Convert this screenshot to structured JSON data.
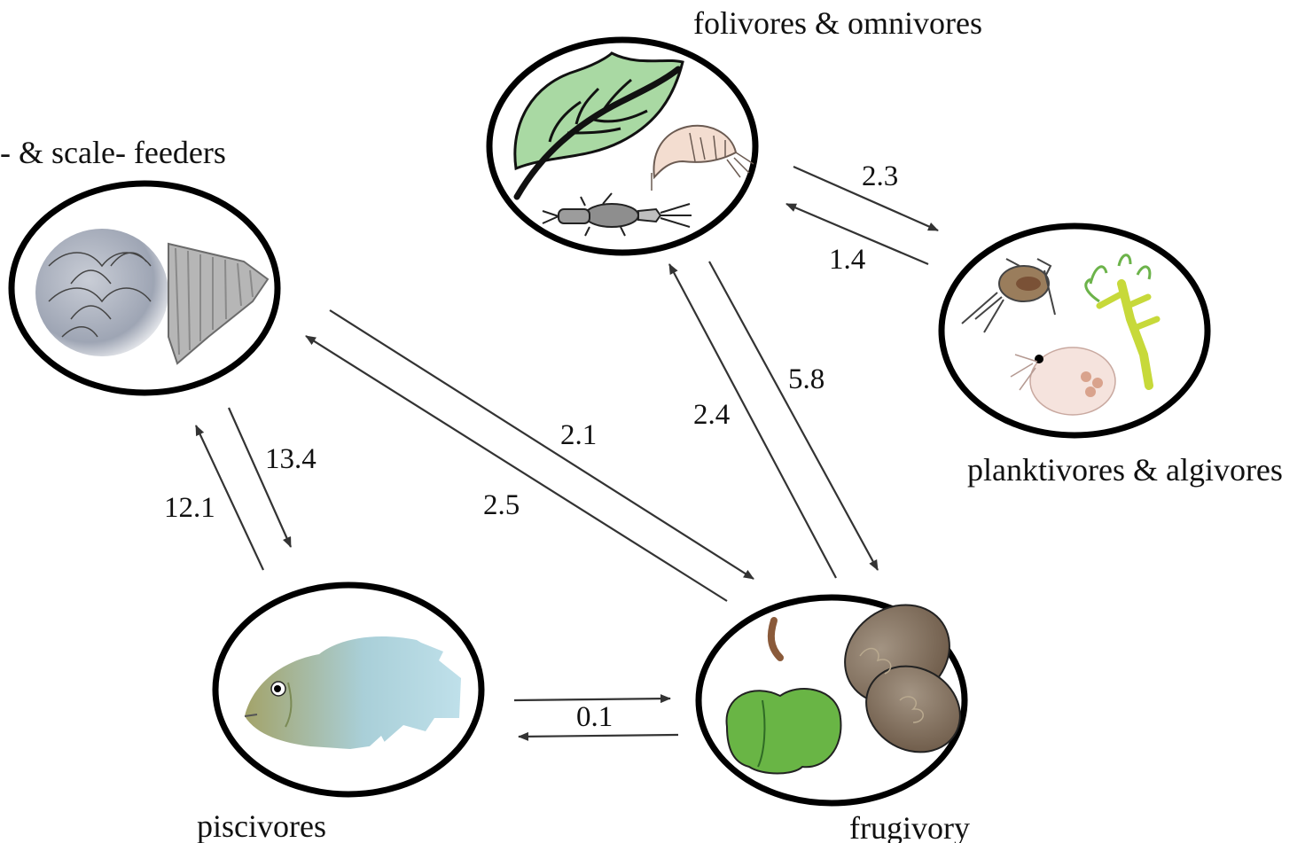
{
  "nodes": {
    "folivores": {
      "label": "folivores & omnivores",
      "icons": [
        "leaf-icon",
        "shrimp-icon",
        "insect-larva-icon"
      ]
    },
    "planktivores": {
      "label": "planktivores & algivores",
      "icons": [
        "copepod-icon",
        "alga-icon",
        "daphnia-icon"
      ]
    },
    "fin_scale": {
      "label": "- & scale- feeders",
      "icons": [
        "fish-scales-icon",
        "fin-icon"
      ]
    },
    "piscivores": {
      "label": "piscivores",
      "icons": [
        "fish-icon"
      ]
    },
    "frugivory": {
      "label": "frugivory",
      "icons": [
        "green-fruit-icon",
        "seed-pods-icon"
      ]
    }
  },
  "edges": [
    {
      "from": "folivores",
      "to": "planktivores",
      "rate": "2.3"
    },
    {
      "from": "planktivores",
      "to": "folivores",
      "rate": "1.4"
    },
    {
      "from": "folivores",
      "to": "frugivory",
      "rate": "5.8"
    },
    {
      "from": "frugivory",
      "to": "folivores",
      "rate": "2.4"
    },
    {
      "from": "fin_scale",
      "to": "frugivory",
      "rate": "2.1"
    },
    {
      "from": "frugivory",
      "to": "fin_scale",
      "rate": "2.5"
    },
    {
      "from": "fin_scale",
      "to": "piscivores",
      "rate": "13.4"
    },
    {
      "from": "piscivores",
      "to": "fin_scale",
      "rate": "12.1"
    },
    {
      "from": "piscivores",
      "to": "frugivory",
      "rate": "0.1"
    },
    {
      "from": "frugivory",
      "to": "piscivores",
      "rate": ""
    }
  ],
  "colors": {
    "leaf": "#a9d9a3",
    "shrimp": "#f3ddd0",
    "algae": "#b5d23a",
    "scales": "#a8afbd",
    "fish": "#a9cfd8",
    "fruit_green": "#69b545",
    "seed_brown": "#8e7a66"
  }
}
